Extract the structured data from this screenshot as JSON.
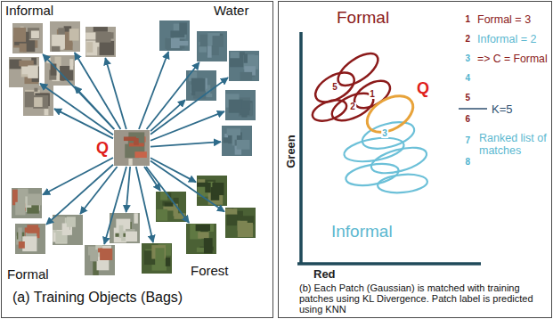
{
  "diagram": {
    "nodes": [
      {
        "text": [
          "(a) Training Objects (Bags)"
        ]
      },
      {
        "text": [
          "(b) Each Patch (Gaussian) is matched with training patches using KL Divergence. Patch label is predicted using KNN"
        ]
      }
    ],
    "labels": [
      "Informal",
      "Water",
      "Q",
      "Formal",
      "Forest",
      "Formal",
      "5",
      "2",
      "1",
      "Q",
      "3",
      "Green",
      "Informal",
      "Red",
      "1",
      "2",
      "3",
      "4",
      "5",
      "6",
      "7",
      "8",
      "Formal = 3",
      "Informal = 2",
      "=> C = Formal",
      "K=5",
      "Ranked list of matches"
    ]
  }
}
